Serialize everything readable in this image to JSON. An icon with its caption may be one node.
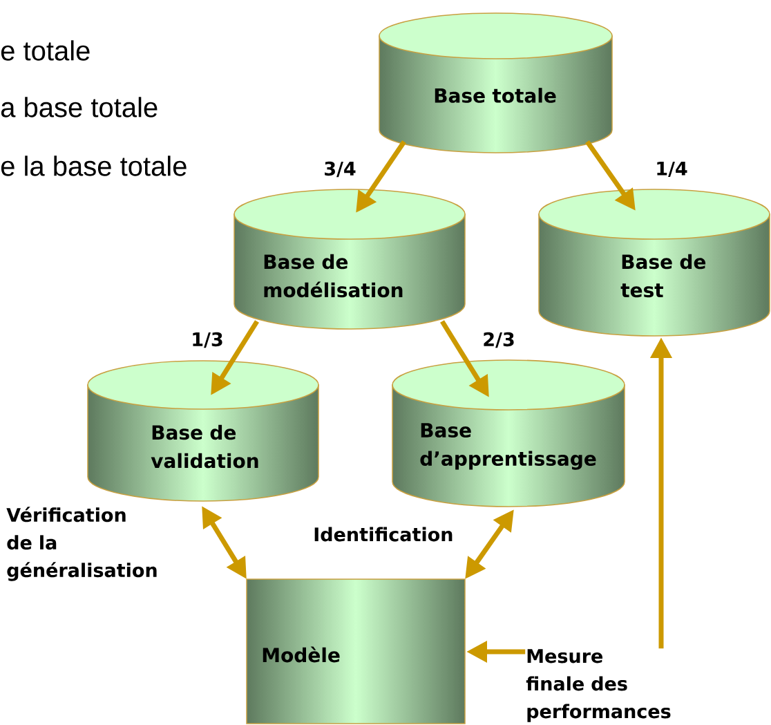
{
  "diagram": {
    "nodes": [
      {
        "text": [
          "Base totale"
        ]
      },
      {
        "text": [
          "Base de modélisation"
        ]
      },
      {
        "text": [
          "Base de test"
        ]
      },
      {
        "text": [
          "Base de validation"
        ]
      },
      {
        "text": [
          "Base d’apprentissage"
        ]
      },
      {
        "text": [
          "Modèle"
        ]
      }
    ],
    "edges": [
      {
        "from": 0,
        "to": 1,
        "arrow": "to",
        "label": "3/4"
      },
      {
        "from": 0,
        "to": 2,
        "arrow": "to",
        "label": "1/4"
      },
      {
        "from": 1,
        "to": 3,
        "arrow": "to",
        "label": "1/3"
      },
      {
        "from": 1,
        "to": 4,
        "arrow": "to",
        "label": "2/3"
      },
      {
        "from": 3,
        "to": 5,
        "arrow": "both",
        "label": "Vérification de la généralisation"
      },
      {
        "from": 4,
        "to": 5,
        "arrow": "both",
        "label": "Identification"
      },
      {
        "from": 2,
        "to": 5,
        "arrow": "both",
        "label": "Mesure finale des performances"
      }
    ],
    "labels": [
      "e totale",
      "a base totale",
      "e la base totale"
    ]
  }
}
